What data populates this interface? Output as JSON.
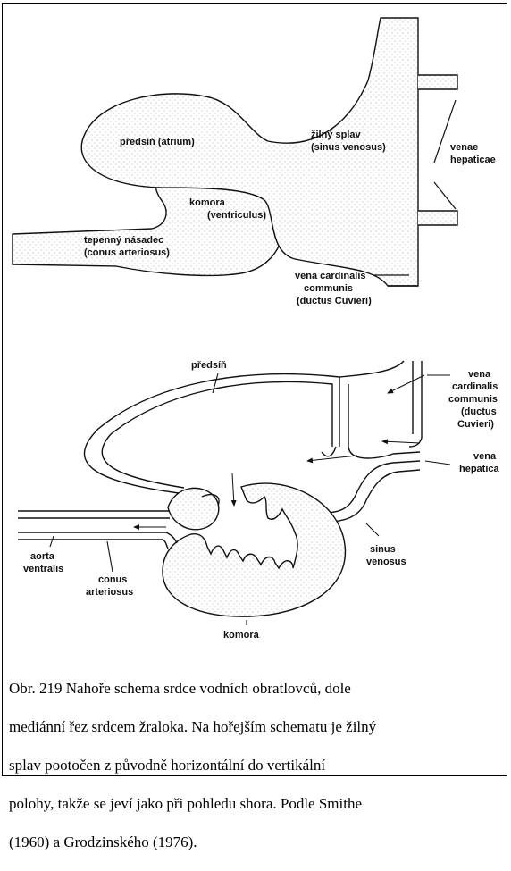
{
  "top_labels": {
    "atrium": "předsíň (atrium)",
    "sinus": [
      "žilný splav",
      "(sinus venosus)"
    ],
    "venae_hepaticae": [
      "venae",
      "hepaticae"
    ],
    "ventricle": [
      "komora",
      "(ventriculus)"
    ],
    "conus": [
      "tepenný násadec",
      "(conus arteriosus)"
    ],
    "cardinalis": [
      "vena cardinalis",
      "communis",
      "(ductus Cuvieri)"
    ]
  },
  "bottom_labels": {
    "atrium": "předsíň",
    "cardinalis": [
      "vena",
      "cardinalis",
      "communis",
      "(ductus",
      "Cuvieri)"
    ],
    "hepatica": [
      "vena",
      "hepatica"
    ],
    "sinus": [
      "sinus",
      "venosus"
    ],
    "aorta": [
      "aorta",
      "ventralis"
    ],
    "conus": [
      "conus",
      "arteriosus"
    ],
    "ventricle": "komora"
  },
  "caption": [
    "Obr. 219  Nahoře schema srdce vodních obratlovců, dole",
    "mediánní řez srdcem žraloka. Na hořejším schematu je žilný",
    "splav pootočen z původně horizontální do vertikální",
    "polohy, takže se jeví jako při pohledu shora.  Podle Smithe",
    "(1960) a Grodzinského (1976)."
  ]
}
